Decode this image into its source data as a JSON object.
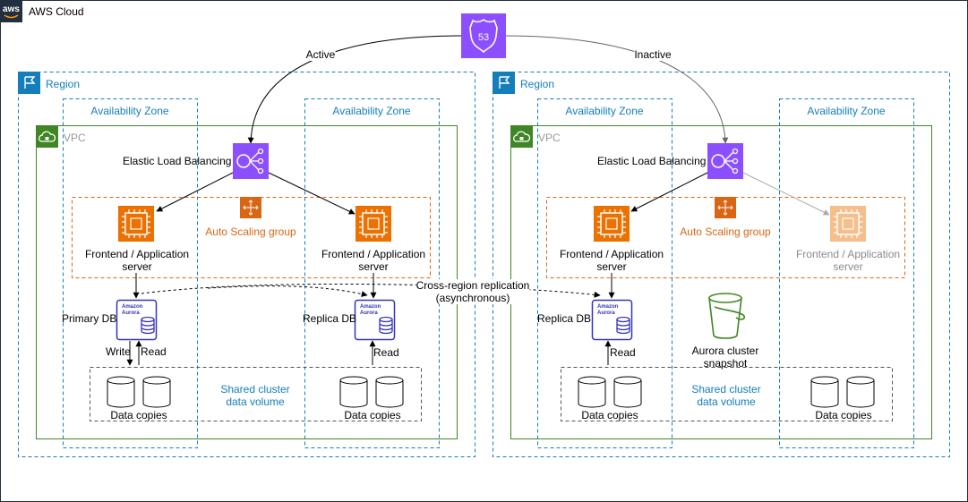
{
  "cloud": {
    "title": "AWS Cloud",
    "logo_text": "aws"
  },
  "route53": {
    "badge": "53",
    "active_label": "Active",
    "inactive_label": "Inactive"
  },
  "regions": [
    {
      "title": "Region",
      "az_left": "Availability Zone",
      "az_right": "Availability Zone",
      "vpc": "VPC",
      "elb": "Elastic Load Balancing",
      "asg": "Auto Scaling group",
      "server_left_l1": "Frontend / Application",
      "server_left_l2": "server",
      "server_right_l1": "Frontend / Application",
      "server_right_l2": "server",
      "db_left": "Primary DB",
      "db_right": "Replica DB",
      "write": "Write",
      "read_left": "Read",
      "read_right": "Read",
      "volume_l1": "Shared cluster",
      "volume_l2": "data volume",
      "copies_left": "Data copies",
      "copies_right": "Data copies"
    },
    {
      "title": "Region",
      "az_left": "Availability Zone",
      "az_right": "Availability Zone",
      "vpc": "VPC",
      "elb": "Elastic Load Balancing",
      "asg": "Auto Scaling group",
      "server_left_l1": "Frontend / Application",
      "server_left_l2": "server",
      "server_right_l1": "Frontend / Application",
      "server_right_l2": "server",
      "db_left": "Replica DB",
      "read_left": "Read",
      "snapshot_l1": "Aurora cluster",
      "snapshot_l2": "snapshot",
      "volume_l1": "Shared cluster",
      "volume_l2": "data volume",
      "copies_left": "Data copies",
      "copies_right": "Data copies"
    }
  ],
  "replication": {
    "line1": "Cross-region replication",
    "line2": "(asynchronous)"
  },
  "aurora_icon": {
    "line1": "Amazon",
    "line2": "Aurora"
  },
  "colors": {
    "region_border": "#147EBA",
    "vpc_border": "#3F8624",
    "asg_border": "#D86613",
    "route53": "#8C4FFF",
    "elb": "#8C4FFF",
    "ec2": "#ED7100",
    "aurora": "#3334B9",
    "s3": "#3F8624"
  }
}
